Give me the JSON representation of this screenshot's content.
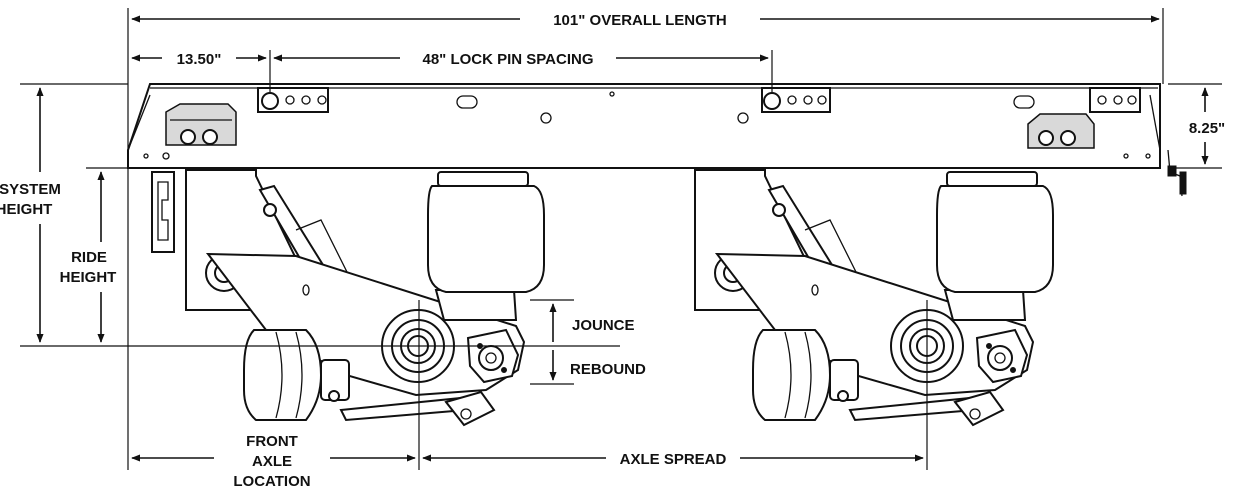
{
  "labels": {
    "overall_length": "101\" OVERALL LENGTH",
    "first_pin": "13.50\"",
    "lock_pin_spacing": "48\" LOCK PIN SPACING",
    "frame_height": "8.25\"",
    "system_height_1": "SYSTEM",
    "system_height_2": "HEIGHT",
    "ride_height_1": "RIDE",
    "ride_height_2": "HEIGHT",
    "jounce": "JOUNCE",
    "rebound": "REBOUND",
    "front_axle_1": "FRONT",
    "front_axle_2": "AXLE",
    "front_axle_3": "LOCATION",
    "axle_spread": "AXLE SPREAD"
  },
  "colors": {
    "ink": "#111111",
    "paper": "#ffffff",
    "shade": "#d9d9d9"
  }
}
